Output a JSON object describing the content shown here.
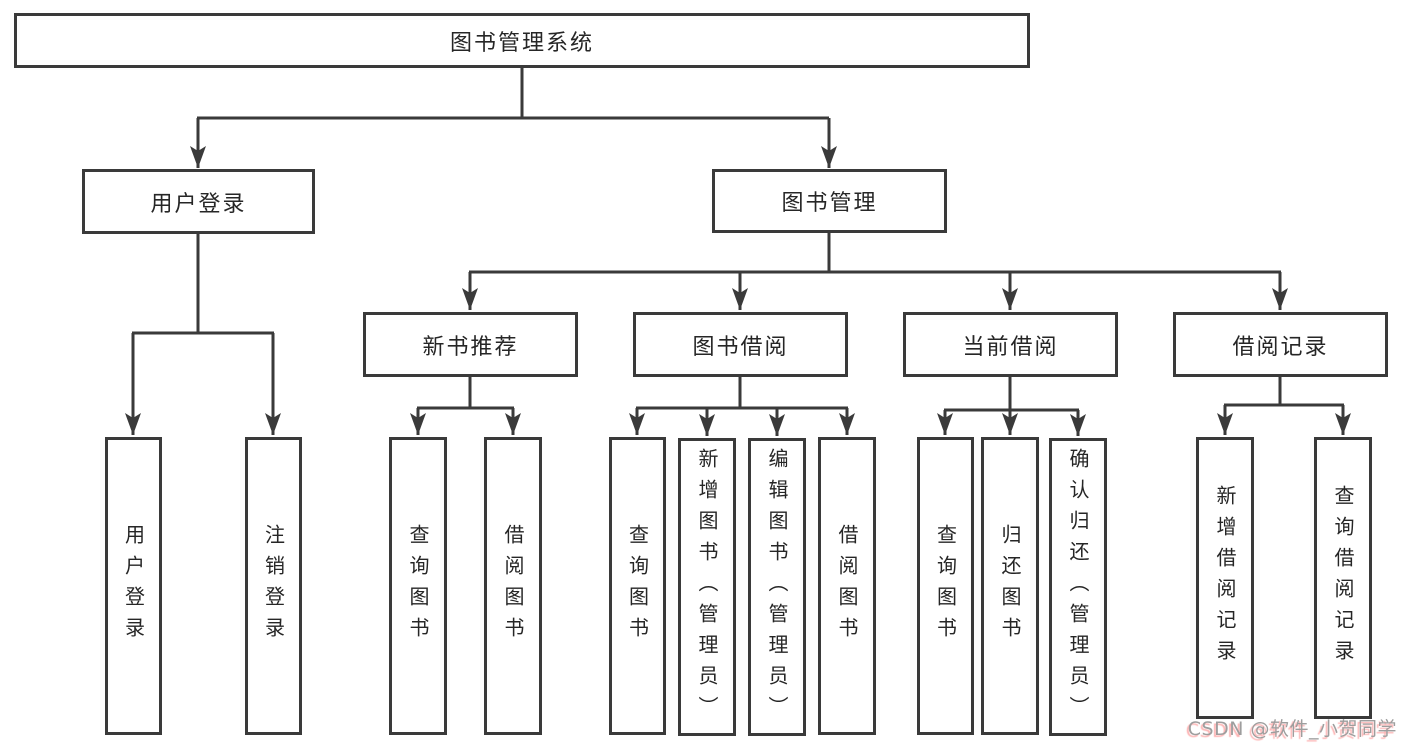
{
  "tree": {
    "label": "图书管理系统",
    "children": [
      {
        "label": "用户登录",
        "children": [
          {
            "label": "用户登录"
          },
          {
            "label": "注销登录"
          }
        ]
      },
      {
        "label": "图书管理",
        "children": [
          {
            "label": "新书推荐",
            "children": [
              {
                "label": "查询图书"
              },
              {
                "label": "借阅图书"
              }
            ]
          },
          {
            "label": "图书借阅",
            "children": [
              {
                "label": "查询图书"
              },
              {
                "label": "新增图书（管理员）"
              },
              {
                "label": "编辑图书（管理员）"
              },
              {
                "label": "借阅图书"
              }
            ]
          },
          {
            "label": "当前借阅",
            "children": [
              {
                "label": "查询图书"
              },
              {
                "label": "归还图书"
              },
              {
                "label": "确认归还（管理员）"
              }
            ]
          },
          {
            "label": "借阅记录",
            "children": [
              {
                "label": "新增借阅记录"
              },
              {
                "label": "查询借阅记录"
              }
            ]
          }
        ]
      }
    ]
  },
  "watermark": "CSDN @软件_小贺同学",
  "colors": {
    "line": "#3a3a3a",
    "box_border": "#3a3a3a",
    "text": "#262626",
    "background": "#ffffff",
    "watermark_gray": "#9e9e9e",
    "watermark_red_shadow": "#fa5555"
  }
}
